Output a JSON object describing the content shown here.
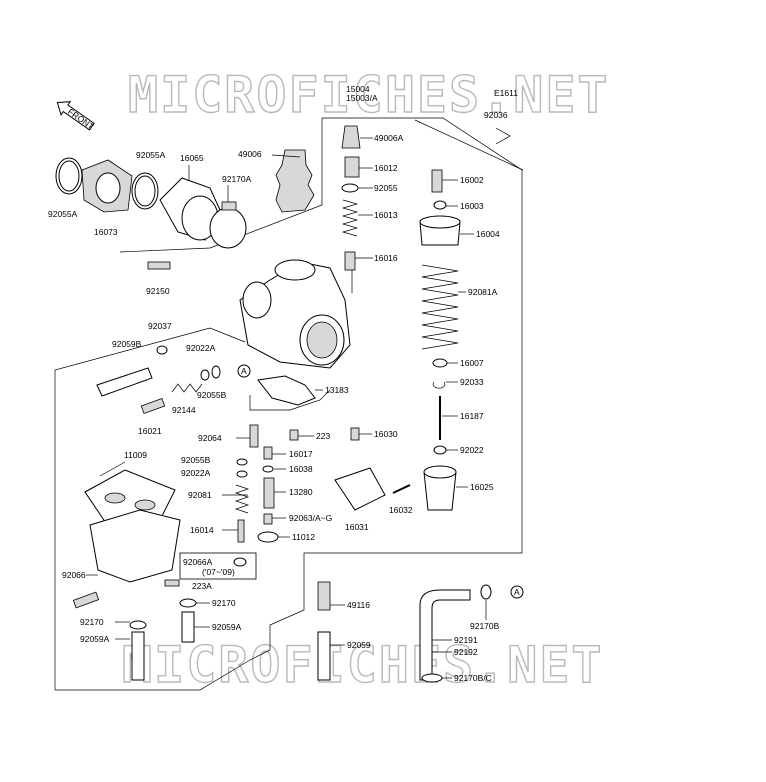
{
  "watermark": "MICROFICHES.NET",
  "figure_ref": "E1611",
  "front_label": "FRONT",
  "ref_mark": "A",
  "parts": {
    "p15004": "15004",
    "p15003": "15003/A",
    "p92036": "92036",
    "p49006A": "49006A",
    "p16012": "16012",
    "p92055": "92055",
    "p16013": "16013",
    "p16016": "16016",
    "p16002": "16002",
    "p16003": "16003",
    "p16004": "16004",
    "p92081A": "92081A",
    "p16007": "16007",
    "p92033": "92033",
    "p16187": "16187",
    "p92022": "92022",
    "p16025": "16025",
    "p16032": "16032",
    "p16031": "16031",
    "p92055A_top": "92055A",
    "p16065": "16065",
    "p49006": "49006",
    "p92170A": "92170A",
    "p92055A_left": "92055A",
    "p16073": "16073",
    "p92150": "92150",
    "p92037": "92037",
    "p92059B": "92059B",
    "p92022A_mid": "92022A",
    "p92055B_mid": "92055B",
    "p92144": "92144",
    "p16021": "16021",
    "p13183": "13183",
    "p92064": "92064",
    "p223": "223",
    "p16030": "16030",
    "p92055B_low": "92055B",
    "p92022A_low": "92022A",
    "p16017": "16017",
    "p16038": "16038",
    "p92081": "92081",
    "p13280": "13280",
    "p92063": "92063/A~G",
    "p16014": "16014",
    "p11012": "11012",
    "p11009": "11009",
    "p92066A": "92066A",
    "p_years": "('07~'09)",
    "p223A": "223A",
    "p92066": "92066",
    "p92170_left": "92170",
    "p92170_mid": "92170",
    "p92059A_left": "92059A",
    "p92059A_mid": "92059A",
    "p49116": "49116",
    "p92059": "92059",
    "p92170B": "92170B",
    "p92191": "92191",
    "p92192": "92192",
    "p92170BC": "92170B/C"
  }
}
